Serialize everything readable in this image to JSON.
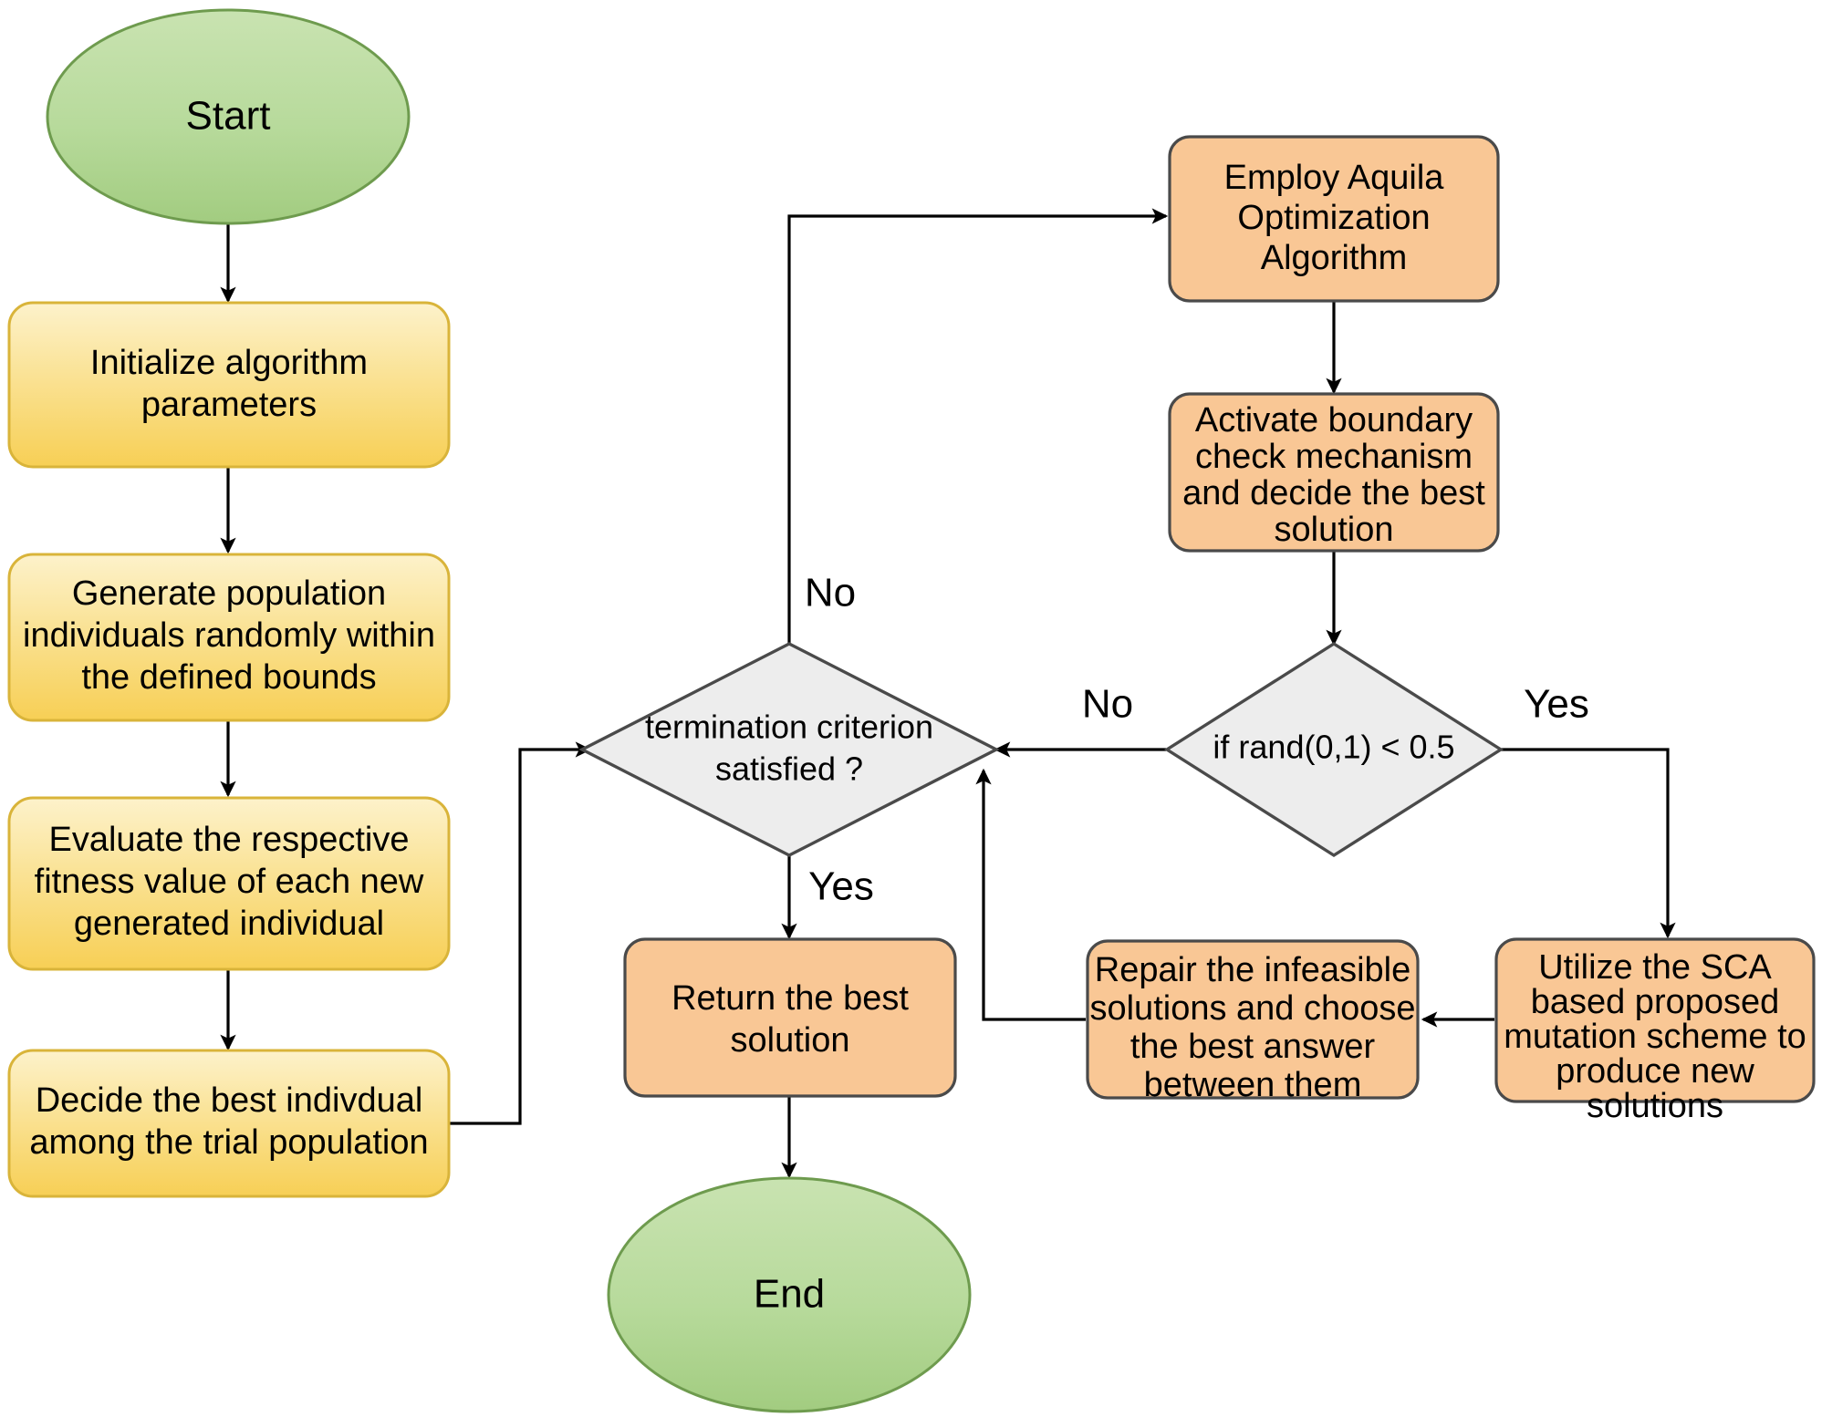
{
  "diagram": {
    "title": "Flowchart of the proposed Aquila Optimization with SCA-based mutation algorithm",
    "colors": {
      "terminal_fill_top": "#C3E0A8",
      "terminal_fill_bottom": "#A5CE86",
      "terminal_stroke": "#6B9A4A",
      "process_yellow_fill_top": "#FCEFC0",
      "process_yellow_fill_bottom": "#F8D263",
      "process_yellow_stroke": "#D6AE2E",
      "process_orange_fill": "#F9C795",
      "process_orange_stroke": "#4D4D4D",
      "decision_fill": "#EDEDED",
      "decision_stroke": "#4D4D4D",
      "edge_color": "#000000",
      "text_color": "#000000",
      "background": "#FFFFFF"
    },
    "nodes": [
      {
        "id": "start",
        "shape": "ellipse",
        "style": "terminal",
        "label": "Start"
      },
      {
        "id": "init",
        "shape": "rounded-rect",
        "style": "yellow",
        "label": "Initialize algorithm\nparameters"
      },
      {
        "id": "generate",
        "shape": "rounded-rect",
        "style": "yellow",
        "label": "Generate population\nindividuals randomly within\nthe defined bounds"
      },
      {
        "id": "evaluate",
        "shape": "rounded-rect",
        "style": "yellow",
        "label": "Evaluate the respective\nfitness value of each new\ngenerated individual"
      },
      {
        "id": "decide-best",
        "shape": "rounded-rect",
        "style": "yellow",
        "label": "Decide the best indivdual\namong the trial population"
      },
      {
        "id": "termination",
        "shape": "diamond",
        "style": "decision",
        "label": "termination criterion\nsatisfied ?"
      },
      {
        "id": "return-best",
        "shape": "rounded-rect",
        "style": "orange",
        "label": "Return   the best\nsolution"
      },
      {
        "id": "end",
        "shape": "ellipse",
        "style": "terminal",
        "label": "End"
      },
      {
        "id": "aquila",
        "shape": "rounded-rect",
        "style": "orange",
        "label": "Employ Aquila\nOptimization\nAlgorithm"
      },
      {
        "id": "boundary",
        "shape": "rounded-rect",
        "style": "orange",
        "label": "Activate boundary\ncheck mechanism\nand decide the best\nsolution"
      },
      {
        "id": "rand-check",
        "shape": "diamond",
        "style": "decision",
        "label": "if rand(0,1) < 0.5"
      },
      {
        "id": "sca-mutation",
        "shape": "rounded-rect",
        "style": "orange",
        "label": "Utilize  the SCA\nbased proposed\nmutation scheme to\nproduce new\nsolutions"
      },
      {
        "id": "repair",
        "shape": "rounded-rect",
        "style": "orange",
        "label": "Repair  the infeasible\nsolutions and choose\nthe best answer\nbetween them"
      }
    ],
    "edges": [
      {
        "id": "e-start-init",
        "from": "start",
        "to": "init",
        "label": ""
      },
      {
        "id": "e-init-generate",
        "from": "init",
        "to": "generate",
        "label": ""
      },
      {
        "id": "e-generate-evaluate",
        "from": "generate",
        "to": "evaluate",
        "label": ""
      },
      {
        "id": "e-evaluate-decide",
        "from": "evaluate",
        "to": "decide-best",
        "label": ""
      },
      {
        "id": "e-decide-termination",
        "from": "decide-best",
        "to": "termination",
        "label": ""
      },
      {
        "id": "e-termination-aquila",
        "from": "termination",
        "to": "aquila",
        "label": "No"
      },
      {
        "id": "e-termination-return",
        "from": "termination",
        "to": "return-best",
        "label": "Yes"
      },
      {
        "id": "e-return-end",
        "from": "return-best",
        "to": "end",
        "label": ""
      },
      {
        "id": "e-aquila-boundary",
        "from": "aquila",
        "to": "boundary",
        "label": ""
      },
      {
        "id": "e-boundary-rand",
        "from": "boundary",
        "to": "rand-check",
        "label": ""
      },
      {
        "id": "e-rand-termination",
        "from": "rand-check",
        "to": "termination",
        "label": "No"
      },
      {
        "id": "e-rand-sca",
        "from": "rand-check",
        "to": "sca-mutation",
        "label": "Yes"
      },
      {
        "id": "e-sca-repair",
        "from": "sca-mutation",
        "to": "repair",
        "label": ""
      },
      {
        "id": "e-repair-termination",
        "from": "repair",
        "to": "termination",
        "label": ""
      }
    ],
    "edge_labels": {
      "termination_no": "No",
      "termination_yes": "Yes",
      "rand_no": "No",
      "rand_yes": "Yes"
    },
    "node_labels": {
      "start": "Start",
      "end": "End",
      "init_l1": "Initialize algorithm",
      "init_l2": "parameters",
      "generate_l1": "Generate population",
      "generate_l2": "individuals randomly within",
      "generate_l3": "the defined bounds",
      "evaluate_l1": "Evaluate the respective",
      "evaluate_l2": "fitness value of each new",
      "evaluate_l3": "generated individual",
      "decide_l1": "Decide the best indivdual",
      "decide_l2": "among the trial population",
      "termination_l1": "termination criterion",
      "termination_l2": "satisfied ?",
      "return_l1": "Return   the best",
      "return_l2": "solution",
      "aquila_l1": "Employ Aquila",
      "aquila_l2": "Optimization",
      "aquila_l3": "Algorithm",
      "boundary_l1": "Activate boundary",
      "boundary_l2": "check mechanism",
      "boundary_l3": "and decide the best",
      "boundary_l4": "solution",
      "rand_l1": "if rand(0,1) < 0.5",
      "sca_l1": "Utilize  the SCA",
      "sca_l2": "based proposed",
      "sca_l3": "mutation scheme to",
      "sca_l4": "produce new",
      "sca_l5": "solutions",
      "repair_l1": "Repair  the infeasible",
      "repair_l2": "solutions and choose",
      "repair_l3": "the best answer",
      "repair_l4": "between them"
    }
  }
}
